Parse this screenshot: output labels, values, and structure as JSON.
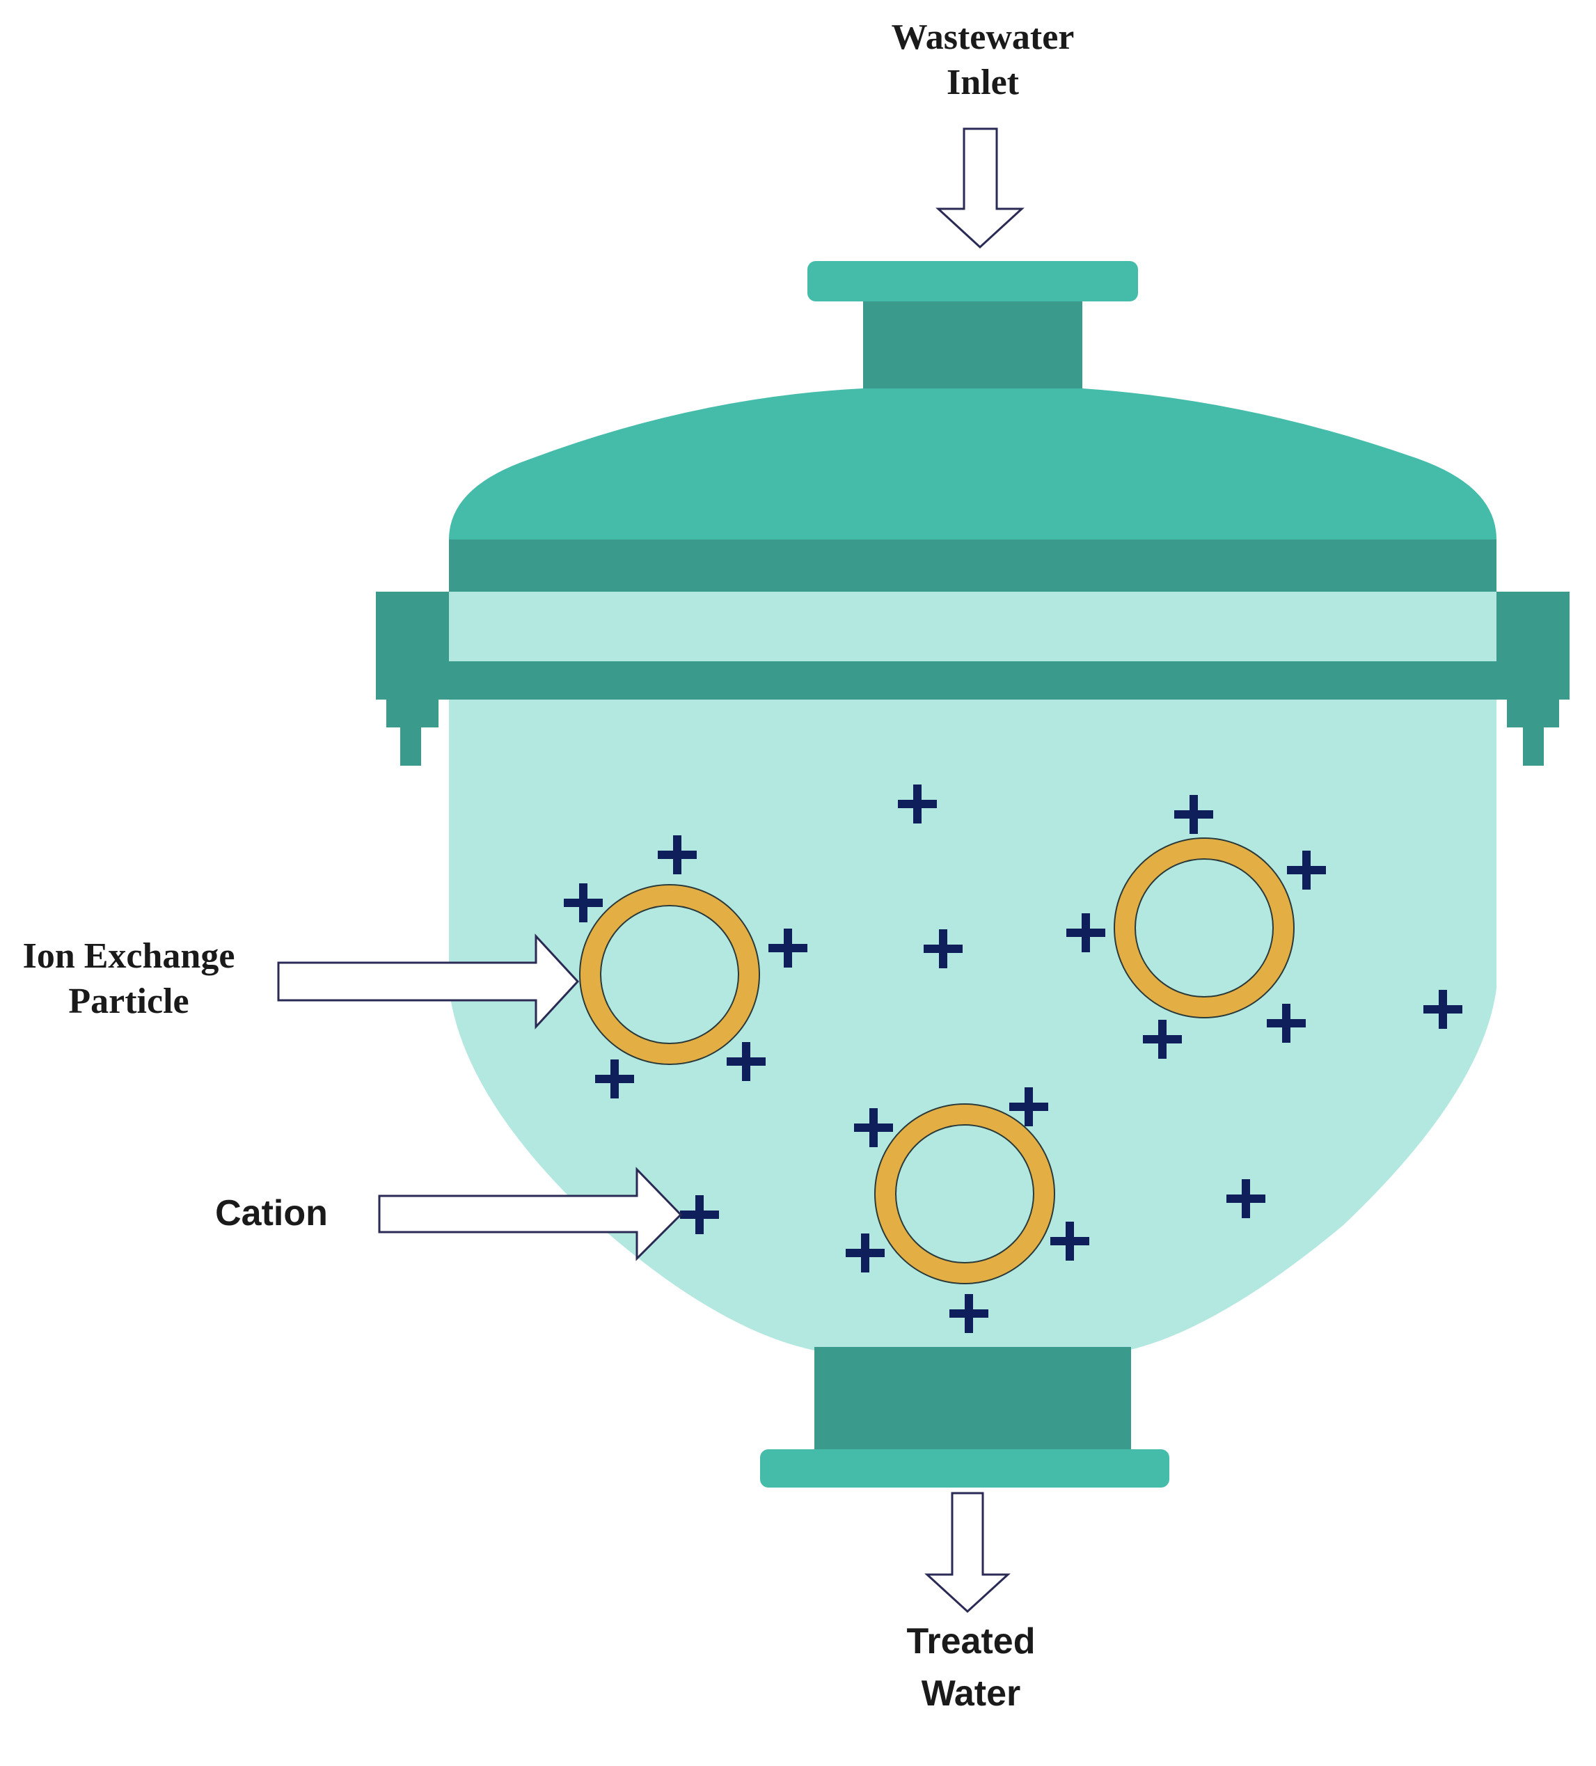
{
  "labels": {
    "inlet_line1": "Wastewater",
    "inlet_line2": "Inlet",
    "particle_line1": "Ion Exchange",
    "particle_line2": "Particle",
    "cation": "Cation",
    "outlet_line1": "Treated",
    "outlet_line2": "Water"
  },
  "colors": {
    "vessel_light": "#45bcaa",
    "vessel_dark": "#3a9b8c",
    "liquid": "#b3e8e0",
    "particle_ring": "#e3ae43",
    "cation": "#0f1f5c",
    "arrow_fill": "#ffffff",
    "arrow_stroke": "#2a2a55"
  },
  "symbols": {
    "cation_glyph": "+"
  }
}
